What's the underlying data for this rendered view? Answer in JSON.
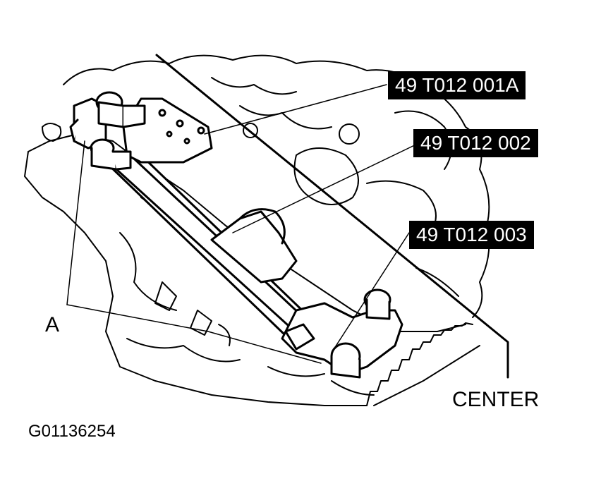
{
  "labels": {
    "part1": "49 T012 001A",
    "part2": "49 T012 002",
    "part3": "49 T012 003",
    "a": "A",
    "center": "CENTER",
    "figure_id": "G01136254"
  },
  "colors": {
    "ink": "#000000",
    "paper": "#ffffff"
  }
}
